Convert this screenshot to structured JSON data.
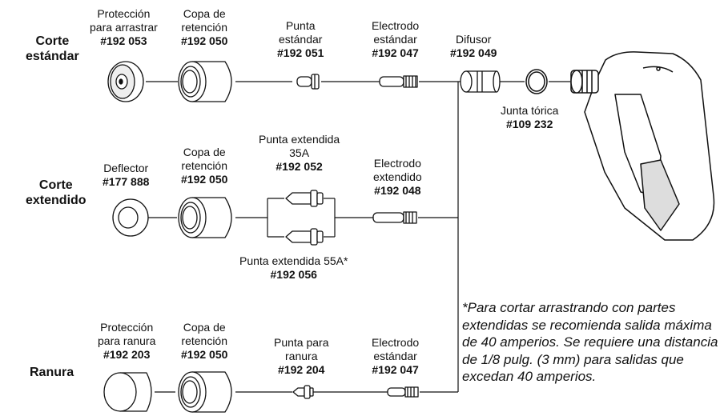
{
  "rows": {
    "standard": [
      "Corte",
      "estándar"
    ],
    "extended": [
      "Corte",
      "extendido"
    ],
    "gouge": [
      "Ranura"
    ]
  },
  "parts": {
    "drag_shield": {
      "name": [
        "Protección",
        "para arrastrar"
      ],
      "number": "#192 053"
    },
    "cup_standard": {
      "name": [
        "Copa de",
        "retención"
      ],
      "number": "#192 050"
    },
    "tip_standard": {
      "name": [
        "Punta",
        "estándar"
      ],
      "number": "#192 051"
    },
    "electrode_std": {
      "name": [
        "Electrodo",
        "estándar"
      ],
      "number": "#192 047"
    },
    "diffuser": {
      "name": [
        "Difusor"
      ],
      "number": "#192 049"
    },
    "o_ring": {
      "name": [
        "Junta tórica"
      ],
      "number": "#109 232"
    },
    "deflector": {
      "name": [
        "Deflector"
      ],
      "number": "#177 888"
    },
    "cup_extended": {
      "name": [
        "Copa de",
        "retención"
      ],
      "number": "#192 050"
    },
    "tip_ext_35": {
      "name": [
        "Punta extendida",
        "35A"
      ],
      "number": "#192 052"
    },
    "electrode_ext": {
      "name": [
        "Electrodo",
        "extendido"
      ],
      "number": "#192 048"
    },
    "tip_ext_55": {
      "name": [
        "Punta extendida 55A*"
      ],
      "number": "#192 056"
    },
    "gouge_shield": {
      "name": [
        "Protección",
        "para ranura"
      ],
      "number": "#192 203"
    },
    "cup_gouge": {
      "name": [
        "Copa de",
        "retención"
      ],
      "number": "#192 050"
    },
    "tip_gouge": {
      "name": [
        "Punta para",
        "ranura"
      ],
      "number": "#192 204"
    },
    "electrode_gouge": {
      "name": [
        "Electrodo",
        "estándar"
      ],
      "number": "#192 047"
    }
  },
  "footnote": "*Para cortar arrastrando con partes extendidas se recomienda salida máxima de 40 amperios. Se requiere una distancia de 1/8 pulg. (3 mm) para salidas que excedan 40 amperios."
}
